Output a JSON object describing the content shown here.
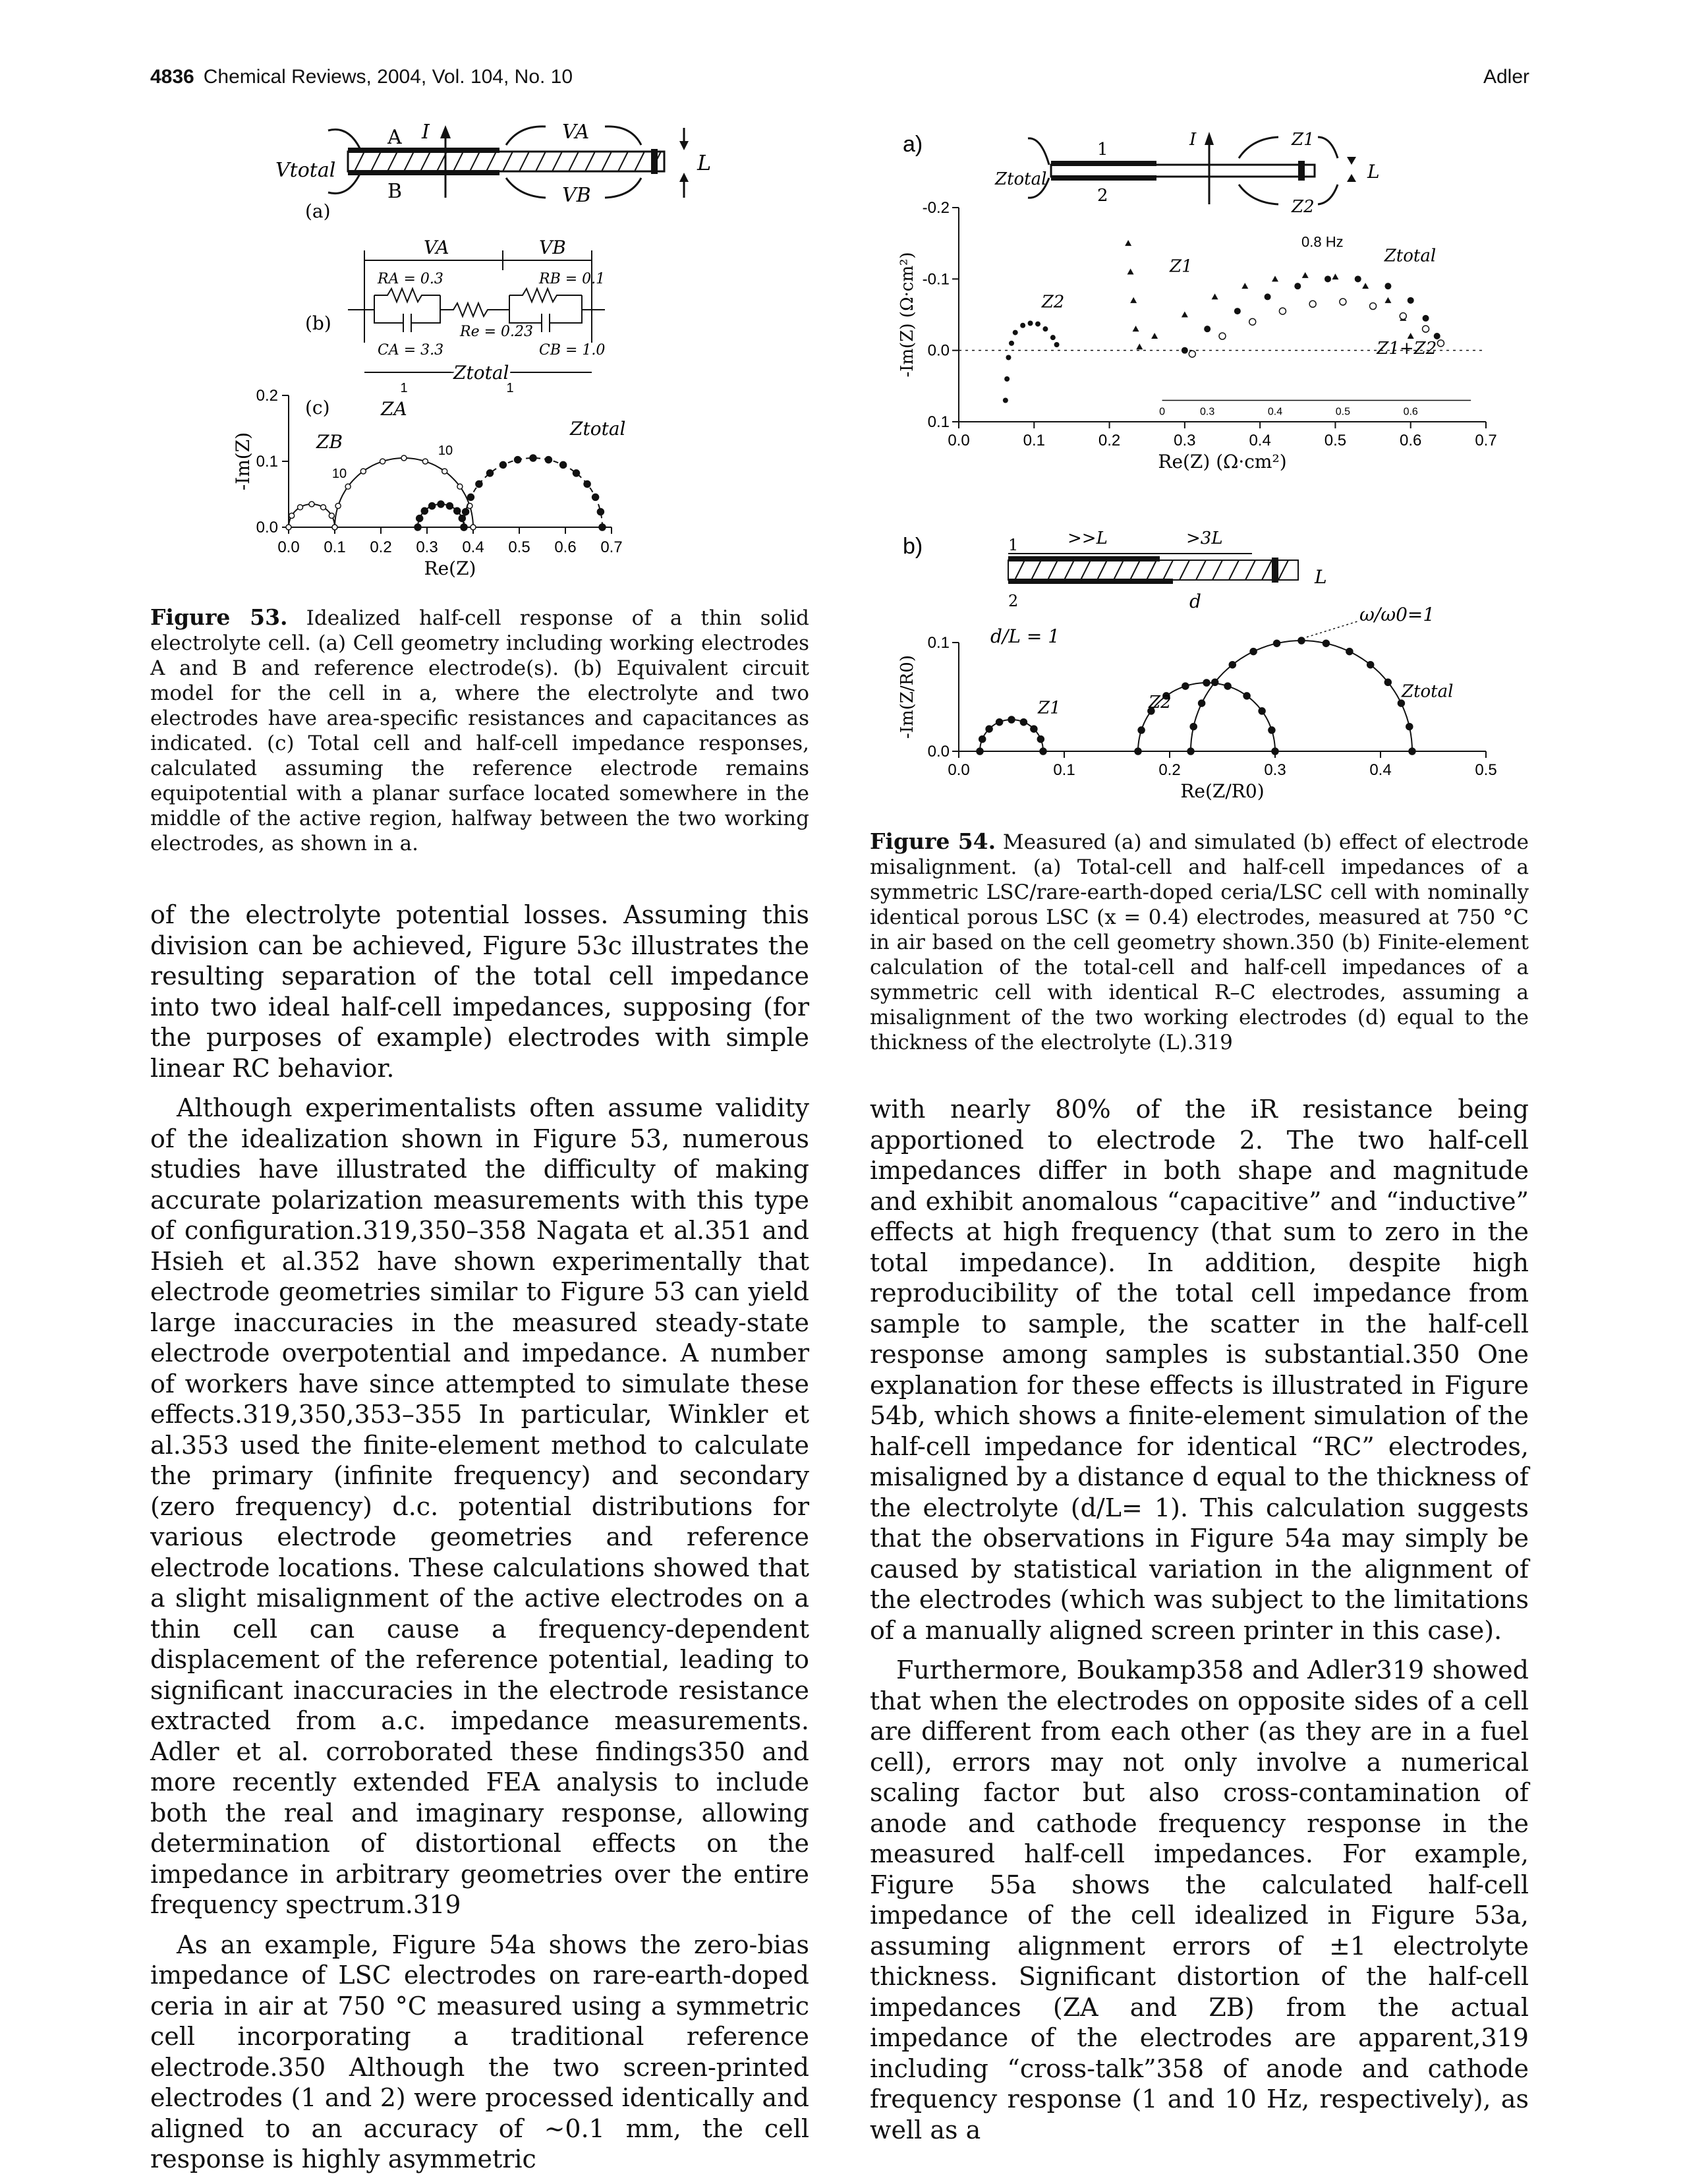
{
  "header": {
    "page_number": "4836",
    "journal": "Chemical Reviews, 2004, Vol. 104, No. 10",
    "author": "Adler"
  },
  "fig53": {
    "panel_a_label": "(a)",
    "panel_b_label": "(b)",
    "panel_c_label": "(c)",
    "v_total": "Vtotal",
    "electrode_a": "A",
    "electrode_b": "B",
    "current": "I",
    "v_a": "VA",
    "v_b": "VB",
    "thickness": "L",
    "ra": "RA = 0.3",
    "rb": "RB = 0.1",
    "re": "Re = 0.23",
    "ca": "CA = 3.3",
    "cb": "CB = 1.0",
    "z_total_circuit": "Ztotal",
    "z_a": "ZA",
    "z_b": "ZB",
    "z_total": "Ztotal",
    "freq_1a": "1",
    "freq_1b": "1",
    "freq_10a": "10",
    "freq_10b": "10",
    "ylabel": "-Im(Z)",
    "xlabel": "Re(Z)",
    "x_ticks": [
      "0.0",
      "0.1",
      "0.2",
      "0.3",
      "0.4",
      "0.5",
      "0.6",
      "0.7"
    ],
    "y_ticks": [
      "0.0",
      "0.1",
      "0.2"
    ]
  },
  "fig54": {
    "panel_a_label": "a)",
    "panel_b_label": "b)",
    "z_total_a": "Ztotal",
    "z1_cell": "Z1",
    "z2_cell": "Z2",
    "current": "I",
    "thickness": "L",
    "electrode_1": "1",
    "electrode_2": "2",
    "a_ylabel": "-Im(Z) (Ω·cm²)",
    "a_xlabel": "Re(Z) (Ω·cm²)",
    "a_x_ticks": [
      "0.0",
      "0.1",
      "0.2",
      "0.3",
      "0.4",
      "0.5",
      "0.6",
      "0.7"
    ],
    "a_y_ticks": [
      "-0.2",
      "-0.1",
      "0.0",
      "0.1"
    ],
    "a_freq": "0.8 Hz",
    "a_z2": "Z2",
    "a_z1": "Z1",
    "a_z_total": "Ztotal",
    "a_z_sum": "Z1+Z2",
    "inset_ticks": [
      "0",
      "0.3",
      "0.4",
      "0.5",
      "0.6"
    ],
    "b_gt_l": ">>L",
    "b_gt_3l": ">3L",
    "b_d": "d",
    "b_omega": "ω/ω0=1",
    "b_dl": "d/L = 1",
    "b_z1": "Z1",
    "b_z2": "Z2",
    "b_z_total": "Ztotal",
    "b_ylabel": "-Im(Z/R0)",
    "b_xlabel": "Re(Z/R0)",
    "b_x_ticks": [
      "0.0",
      "0.1",
      "0.2",
      "0.3",
      "0.4",
      "0.5"
    ],
    "b_y_ticks": [
      "0.0",
      "0.1"
    ]
  },
  "captions": {
    "fig53_label": "Figure 53.",
    "fig53_text": "Idealized half-cell response of a thin solid electrolyte cell. (a) Cell geometry including working electrodes A and B and reference electrode(s). (b) Equivalent circuit model for the cell in a, where the electrolyte and two electrodes have area-specific resistances and capacitances as indicated. (c) Total cell and half-cell impedance responses, calculated assuming the reference electrode remains equipotential with a planar surface located somewhere in the middle of the active region, halfway between the two working electrodes, as shown in a.",
    "fig54_label": "Figure 54.",
    "fig54_text": "Measured (a) and simulated (b) effect of electrode misalignment. (a) Total-cell and half-cell impedances of a symmetric LSC/rare-earth-doped ceria/LSC cell with nominally identical porous LSC (x = 0.4) electrodes, measured at 750 °C in air based on the cell geometry shown.350 (b) Finite-element calculation of the total-cell and half-cell impedances of a symmetric cell with identical R–C electrodes, assuming a misalignment of the two working electrodes (d) equal to the thickness of the electrolyte (L).319"
  },
  "left_body": {
    "p1": "of the electrolyte potential losses. Assuming this division can be achieved, Figure 53c illustrates the resulting separation of the total cell impedance into two ideal half-cell impedances, supposing (for the purposes of example) electrodes with simple linear RC behavior.",
    "p2": "Although experimentalists often assume validity of the idealization shown in Figure 53, numerous studies have illustrated the difficulty of making accurate polarization measurements with this type of configuration.319,350–358 Nagata et al.351 and Hsieh et al.352 have shown experimentally that electrode geometries similar to Figure 53 can yield large inaccuracies in the measured steady-state electrode overpotential and impedance. A number of workers have since attempted to simulate these effects.319,350,353–355 In particular, Winkler et al.353 used the finite-element method to calculate the primary (infinite frequency) and secondary (zero frequency) d.c. potential distributions for various electrode geometries and reference electrode locations. These calculations showed that a slight misalignment of the active electrodes on a thin cell can cause a frequency-dependent displacement of the reference potential, leading to significant inaccuracies in the electrode resistance extracted from a.c. impedance measurements. Adler et al. corroborated these findings350 and more recently extended FEA analysis to include both the real and imaginary response, allowing determination of distortional effects on the impedance in arbitrary geometries over the entire frequency spectrum.319",
    "p3": "As an example, Figure 54a shows the zero-bias impedance of LSC electrodes on rare-earth-doped ceria in air at 750 °C measured using a symmetric cell incorporating a traditional reference electrode.350 Although the two screen-printed electrodes (1 and 2) were processed identically and aligned to an accuracy of ~0.1 mm, the cell response is highly asymmetric"
  },
  "right_body": {
    "p1": "with nearly 80% of the iR resistance being apportioned to electrode 2. The two half-cell impedances differ in both shape and magnitude and exhibit anomalous “capacitive” and “inductive” effects at high frequency (that sum to zero in the total impedance). In addition, despite high reproducibility of the total cell impedance from sample to sample, the scatter in the half-cell response among samples is substantial.350 One explanation for these effects is illustrated in Figure 54b, which shows a finite-element simulation of the half-cell impedance for identical “RC” electrodes, misaligned by a distance d equal to the thickness of the electrolyte (d/L= 1). This calculation suggests that the observations in Figure 54a may simply be caused by statistical variation in the alignment of the electrodes (which was subject to the limitations of a manually aligned screen printer in this case).",
    "p2": "Furthermore, Boukamp358 and Adler319 showed that when the electrodes on opposite sides of a cell are different from each other (as they are in a fuel cell), errors may not only involve a numerical scaling factor but also cross-contamination of anode and cathode frequency response in the measured half-cell impedances. For example, Figure 55a shows the calculated half-cell impedance of the cell idealized in Figure 53a, assuming alignment errors of ±1 electrolyte thickness. Significant distortion of the half-cell impedances (ZA and ZB) from the actual impedance of the electrodes are apparent,319 including “cross-talk”358 of anode and cathode frequency response (1 and 10 Hz, respectively), as well as a"
  }
}
